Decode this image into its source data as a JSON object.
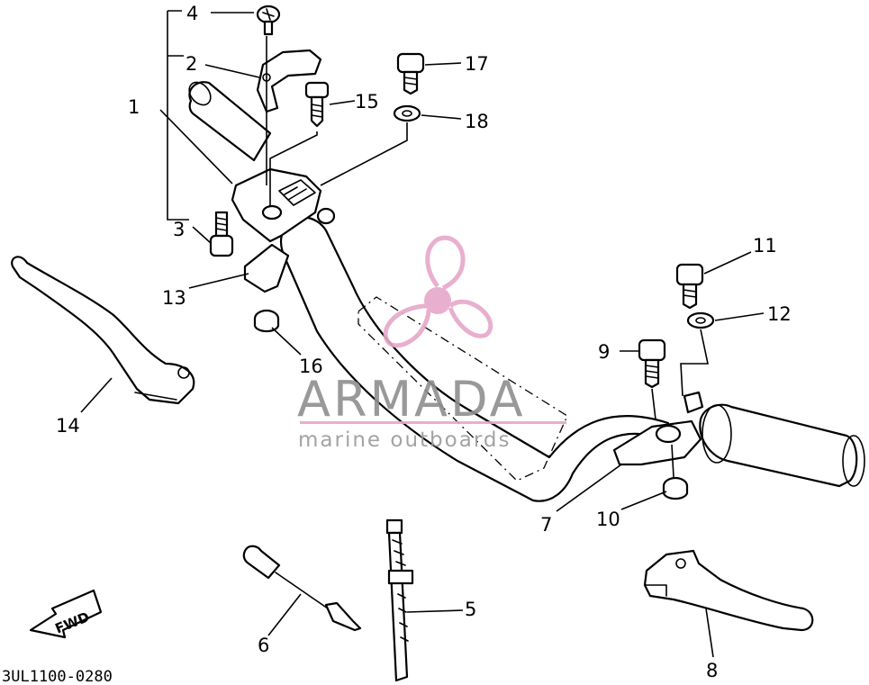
{
  "callouts": [
    {
      "id": "c1",
      "text": "1"
    },
    {
      "id": "c2",
      "text": "2"
    },
    {
      "id": "c3",
      "text": "3"
    },
    {
      "id": "c4",
      "text": "4"
    },
    {
      "id": "c5",
      "text": "5"
    },
    {
      "id": "c6",
      "text": "6"
    },
    {
      "id": "c7",
      "text": "7"
    },
    {
      "id": "c8",
      "text": "8"
    },
    {
      "id": "c9",
      "text": "9"
    },
    {
      "id": "c10",
      "text": "10"
    },
    {
      "id": "c11",
      "text": "11"
    },
    {
      "id": "c12",
      "text": "12"
    },
    {
      "id": "c13",
      "text": "13"
    },
    {
      "id": "c14",
      "text": "14"
    },
    {
      "id": "c15",
      "text": "15"
    },
    {
      "id": "c16",
      "text": "16"
    },
    {
      "id": "c17",
      "text": "17"
    },
    {
      "id": "c18",
      "text": "18"
    }
  ],
  "watermark": {
    "brand": "ARMADA",
    "tagline": "marine outboards",
    "logo_color": "#e6a7c9",
    "text_color": "#8f8f8f",
    "tagline_color": "#9a9a9a"
  },
  "diagram_code": "3UL1100-0280",
  "fwd_label": "FWD",
  "line_color": "#000000"
}
